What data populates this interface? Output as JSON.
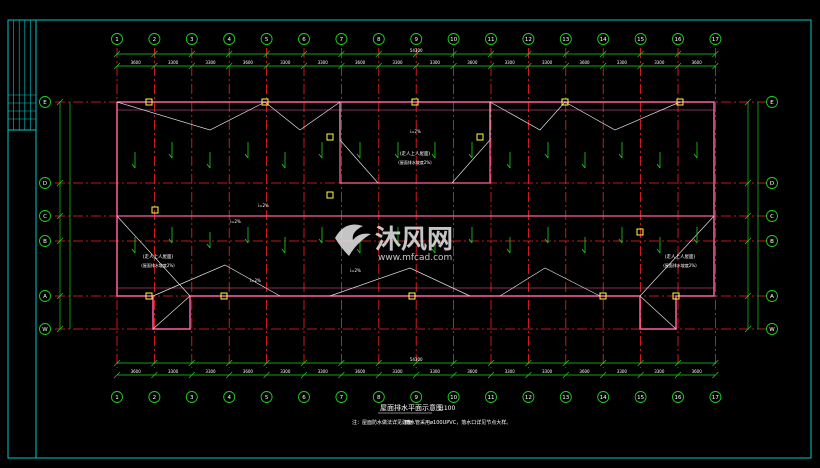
{
  "drawing": {
    "axes_top": [
      "1",
      "2",
      "3",
      "4",
      "5",
      "6",
      "7",
      "8",
      "9",
      "10",
      "11",
      "12",
      "13",
      "14",
      "15",
      "16",
      "17"
    ],
    "axes_side": [
      "E",
      "D",
      "C",
      "B",
      "A",
      "W"
    ],
    "dims_top": [
      "3600",
      "3300",
      "3300",
      "3600",
      "3300",
      "3300",
      "3600",
      "3300",
      "3300",
      "3600",
      "3300",
      "3300",
      "3600",
      "3300",
      "3300",
      "3600"
    ],
    "total_top": "54300",
    "title": "屋面排水平面示意图",
    "scale": "1:100",
    "note_1": "注：屋面防水做法详见建施",
    "note_2": "雨水管采用ø100UPVC，落水口详见节点大样。",
    "room_labels": [
      "(走人上人屋面)",
      "(走人上人屋面)",
      "(走人上人屋面)"
    ],
    "room_subs": [
      "(屋面排水坡度2%)",
      "(屋面排水坡度2%)",
      "(屋面排水坡度2%)"
    ],
    "slope": "i=2%"
  },
  "watermark": {
    "text": "沐风网",
    "url": "www.mfcad.com"
  },
  "colors": {
    "background": "#000000",
    "frame": "#00c8c8",
    "axis": "#ff2020",
    "dim": "#20d020",
    "wall": "#ff60a0",
    "text": "#ffffff",
    "bubble": "#20d020",
    "accent": "#ffff40"
  }
}
